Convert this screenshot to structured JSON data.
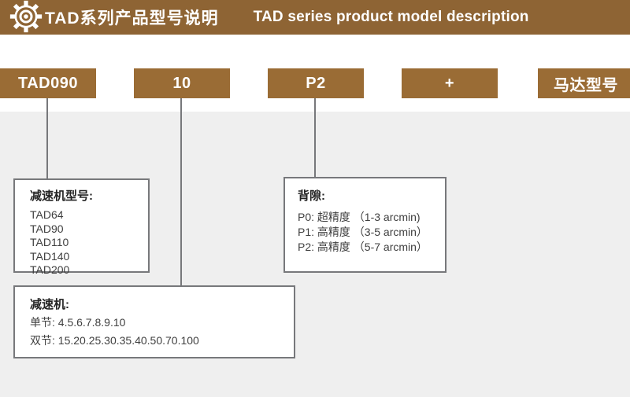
{
  "colors": {
    "header_brown": "#8E6434",
    "box_brown": "#9A6C35",
    "panel_gray": "#EFEFEF",
    "line_gray": "#77787B",
    "text_dark": "#3F3F3F",
    "white": "#FFFFFF"
  },
  "header": {
    "icon": "gear-icon",
    "title_zh": "TAD系列产品型号说明",
    "title_en": "TAD series product model description"
  },
  "model_code": {
    "segments": [
      {
        "label": "TAD090"
      },
      {
        "label": "10"
      },
      {
        "label": "P2"
      },
      {
        "label": "+"
      },
      {
        "label": "马达型号"
      }
    ]
  },
  "detail_boxes": {
    "reducer_model": {
      "title": "减速机型号:",
      "items": [
        "TAD64",
        "TAD90",
        "TAD110",
        "TAD140",
        "TAD200"
      ]
    },
    "backlash": {
      "title": "背隙:",
      "items": [
        "P0: 超精度 （1-3 arcmin)",
        "P1: 高精度 （3-5 arcmin）",
        "P2: 高精度 （5-7 arcmin）"
      ]
    },
    "reducer_stages": {
      "title": "减速机:",
      "items": [
        "单节: 4.5.6.7.8.9.10",
        "双节: 15.20.25.30.35.40.50.70.100"
      ]
    }
  }
}
